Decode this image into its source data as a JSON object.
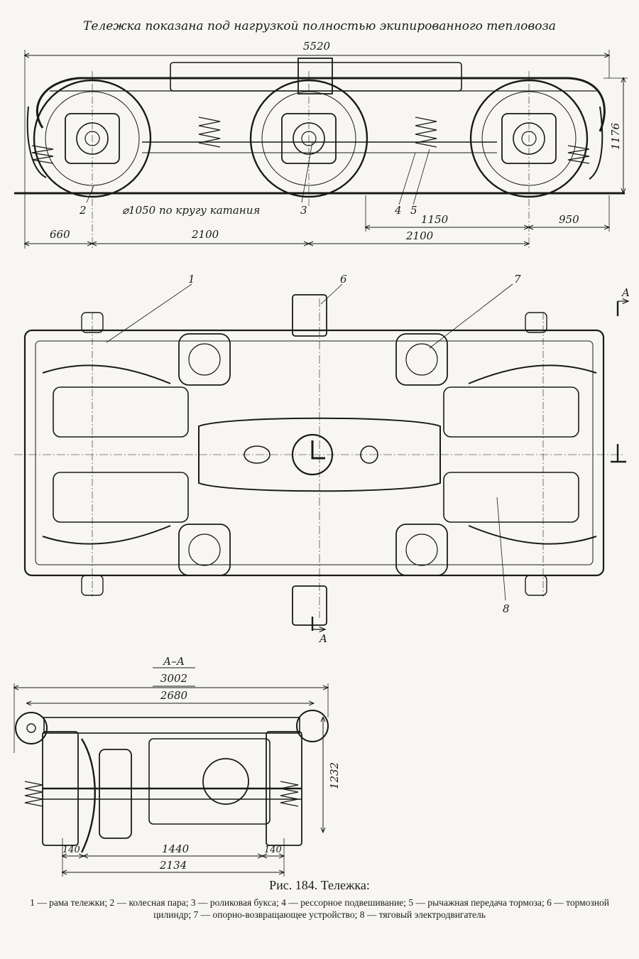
{
  "header": {
    "note": "Тележка показана под нагрузкой полностью экипированного тепловоза"
  },
  "side_view": {
    "dims": {
      "overall_length": "5520",
      "height": "1176",
      "wheel_diameter": "⌀1050 по кругу катания",
      "dim_660": "660",
      "dim_2100_left": "2100",
      "dim_2100_right": "2100",
      "dim_1150": "1150",
      "dim_950": "950"
    },
    "callouts": {
      "c2": "2",
      "c3": "3",
      "c4": "4",
      "c5": "5"
    }
  },
  "plan_view": {
    "callouts": {
      "c1": "1",
      "c6": "6",
      "c7": "7",
      "c8": "8"
    },
    "section_marks": {
      "top": "A",
      "bottom": "A"
    }
  },
  "section_view": {
    "title": "А–А",
    "dims": {
      "width_3002": "3002",
      "width_2680": "2680",
      "height_1232": "1232",
      "dim_140_left": "140",
      "dim_1440": "1440",
      "dim_140_right": "140",
      "dim_2134": "2134"
    }
  },
  "caption": {
    "title": "Рис. 184. Тележка:",
    "items": [
      "1 — рама тележки;",
      "2 — колесная пара;",
      "3 — роликовая букса;",
      "4 — рессорное подвешивание;",
      "5 — рычажная передача тормоза;",
      "6 — тормозной цилиндр;",
      "7 — опорно-возвращающее устройство;",
      "8 — тяговый электродвигатель"
    ]
  },
  "colors": {
    "ink": "#1a1a1a",
    "paper": "#f7f6f2"
  }
}
